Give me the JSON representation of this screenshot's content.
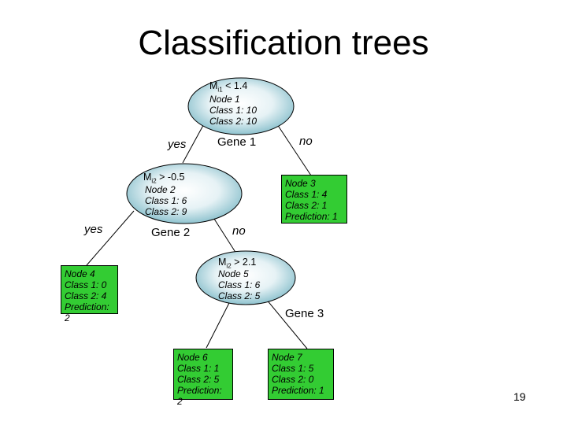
{
  "title": "Classification trees",
  "nodes": {
    "node1": {
      "cond_main": "M",
      "cond_sub": "i1",
      "cond_rest": " < 1.4",
      "name": "Node 1",
      "class1": "Class 1: 10",
      "class2": "Class 2: 10"
    },
    "node2": {
      "cond_main": "M",
      "cond_sub": "i2",
      "cond_rest": " > -0.5",
      "name": "Node 2",
      "class1": "Class 1: 6",
      "class2": "Class 2: 9"
    },
    "node5": {
      "cond_main": "M",
      "cond_sub": "i2",
      "cond_rest": " > 2.1",
      "name": "Node 5",
      "class1": "Class 1: 6",
      "class2": "Class 2: 5"
    }
  },
  "leaves": {
    "node3": {
      "name": "Node 3",
      "class1": "Class 1: 4",
      "class2": "Class 2: 1",
      "prediction": "Prediction: 1"
    },
    "node4": {
      "name": "Node 4",
      "class1": "Class 1: 0",
      "class2": "Class 2: 4",
      "prediction": "Prediction: 2"
    },
    "node6": {
      "name": "Node 6",
      "class1": "Class 1: 1",
      "class2": "Class 2: 5",
      "prediction": "Prediction: 2"
    },
    "node7": {
      "name": "Node 7",
      "class1": "Class 1: 5",
      "class2": "Class 2: 0",
      "prediction": "Prediction: 1"
    }
  },
  "genes": {
    "gene1": "Gene 1",
    "gene2": "Gene 2",
    "gene3": "Gene 3"
  },
  "branches": {
    "yes1": "yes",
    "no1": "no",
    "yes2": "yes",
    "no2": "no"
  },
  "colors": {
    "leaf_fill": "#33cc33",
    "node_fill_center": "#ffffff",
    "node_fill_edge": "#8fc3cf"
  },
  "page_number": "19"
}
